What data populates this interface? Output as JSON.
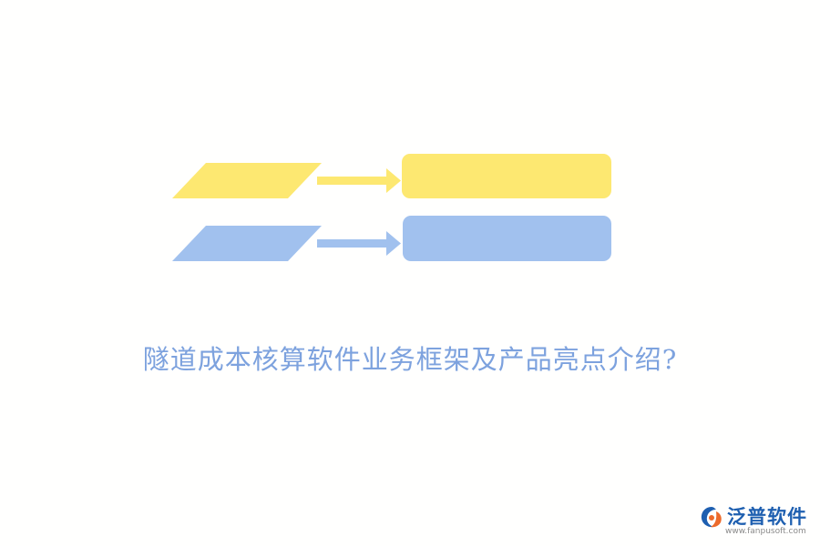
{
  "title": "隧道成本核算软件业务框架及产品亮点介绍?",
  "logo": {
    "name": "泛普软件",
    "url": "www.fanpusoft.com"
  },
  "colors": {
    "yellow": "#fde871",
    "blue": "#a1c1ee",
    "title": "#7da2de",
    "logo_blue": "#1e5fb0",
    "logo_orange": "#ec6a2b"
  },
  "rows": [
    {
      "color": "yellow"
    },
    {
      "color": "blue"
    }
  ]
}
